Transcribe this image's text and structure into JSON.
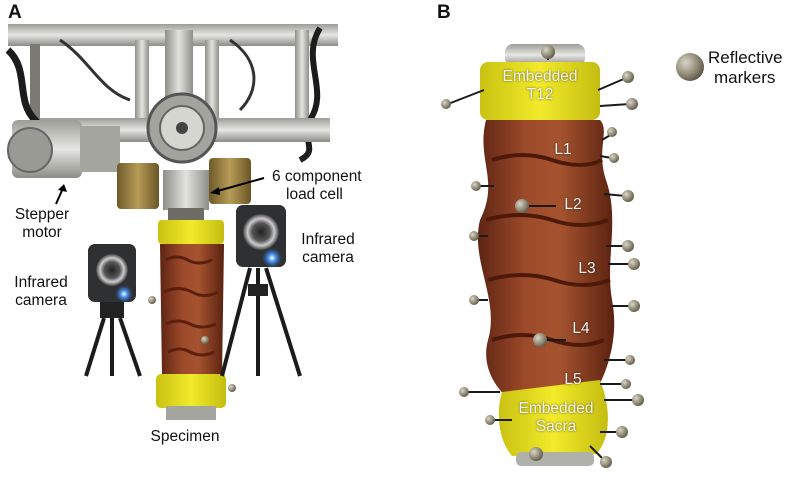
{
  "panels": {
    "a": {
      "letter": "A",
      "labels": {
        "stepper_line1": "Stepper",
        "stepper_line2": "motor",
        "load_line1": "6  component",
        "load_line2": "load cell",
        "ir_right_line1": "Infrared",
        "ir_right_line2": "camera",
        "ir_left_line1": "Infrared",
        "ir_left_line2": "camera",
        "specimen": "Specimen"
      }
    },
    "b": {
      "letter": "B",
      "legend": {
        "line1": "Reflective",
        "line2": "markers"
      },
      "labels": {
        "t12_line1": "Embedded",
        "t12_line2": "T12",
        "l1": "L1",
        "l2": "L2",
        "l3": "L3",
        "l4": "L4",
        "l5": "L5",
        "sacra_line1": "Embedded",
        "sacra_line2": "Sacra"
      }
    }
  },
  "colors": {
    "potting_yellow": "#e8e01c",
    "tissue_red": "#8e3a22",
    "metal_gray": "#b9b9b4",
    "brass": "#a58a4a",
    "ir_blue": "#2f7dff",
    "marker_gray": "#8f8a78"
  }
}
